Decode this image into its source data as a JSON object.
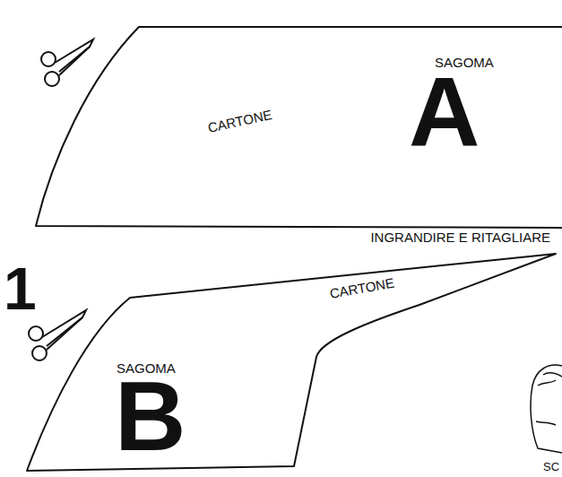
{
  "diagram": {
    "nodes": [
      {
        "text": [
          "SAGOMA",
          "A",
          "CARTONE"
        ]
      },
      {
        "text": [
          "CARTONE",
          "SAGOMA",
          "B"
        ]
      }
    ],
    "labels": [
      "INGRANDIRE E RITAGLIARE",
      "1",
      "SC"
    ]
  }
}
